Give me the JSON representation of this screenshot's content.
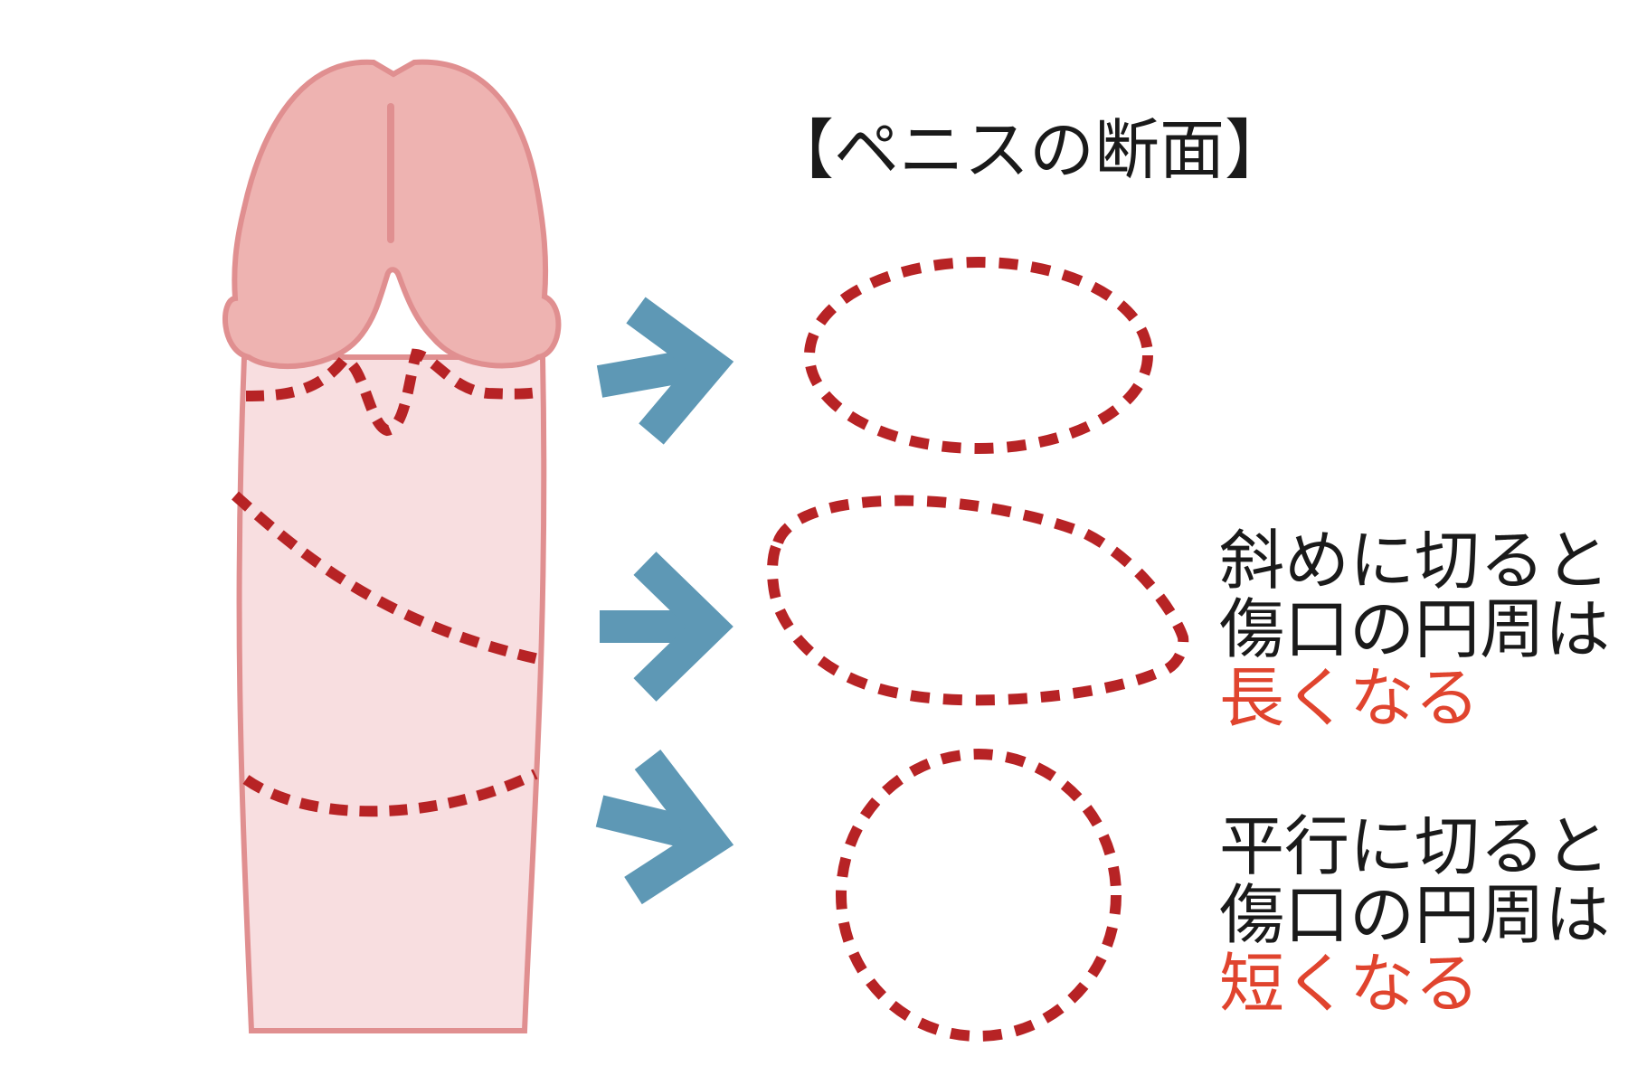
{
  "title": "【ペニスの断面】",
  "colors": {
    "glans_fill": "#eeb3b1",
    "glans_stroke": "#e08f90",
    "shaft_fill": "#f8dee0",
    "shaft_stroke": "#e08f90",
    "cut_line": "#b72325",
    "arrow": "#5e98b5",
    "highlight_text": "#e0442e",
    "text": "#1a1a1a"
  },
  "cross_sections": [
    {
      "name": "corona-cut",
      "shape": "ellipse"
    },
    {
      "name": "oblique-cut",
      "shape": "elongated-ellipse"
    },
    {
      "name": "parallel-cut",
      "shape": "circle"
    }
  ],
  "annotations": {
    "oblique": {
      "line1": "斜めに切ると",
      "line2": "傷口の円周は",
      "line3": "長くなる"
    },
    "parallel": {
      "line1": "平行に切ると",
      "line2": "傷口の円周は",
      "line3": "短くなる"
    }
  }
}
